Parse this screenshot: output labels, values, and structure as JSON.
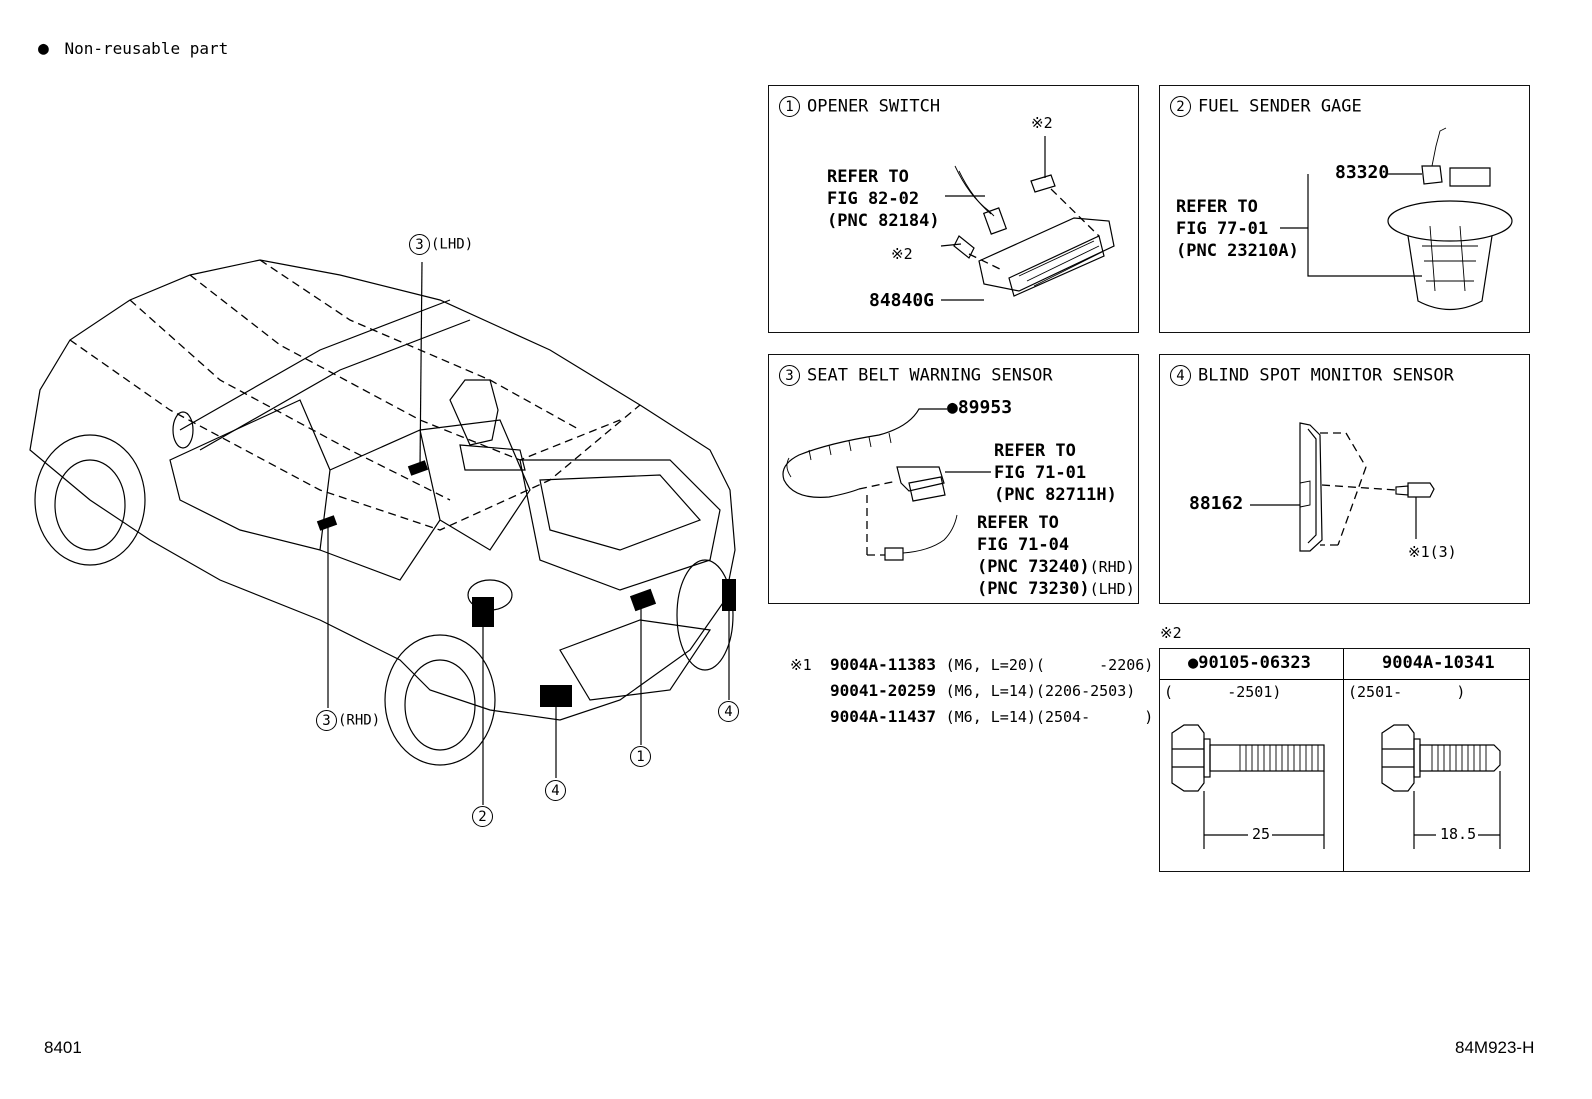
{
  "legend": {
    "symbol": "●",
    "text": "Non-reusable part"
  },
  "figure_number": "8401",
  "drawing_code": "84M923-H",
  "callouts": {
    "c3_lhd_num": "3",
    "c3_lhd_label": "(LHD)",
    "c3_rhd_num": "3",
    "c3_rhd_label": "(RHD)",
    "c2": "2",
    "c4a": "4",
    "c1": "1",
    "c4b": "4"
  },
  "panels": {
    "opener": {
      "num": "1",
      "title": "OPENER SWITCH",
      "ref": [
        "REFER TO",
        "FIG 82-02",
        "(PNC 82184)"
      ],
      "note_top": "※2",
      "note_left": "※2",
      "part": "84840G"
    },
    "fuel": {
      "num": "2",
      "title": "FUEL SENDER GAGE",
      "ref": [
        "REFER TO",
        "FIG 77-01",
        "(PNC 23210A)"
      ],
      "part": "83320"
    },
    "seatbelt": {
      "num": "3",
      "title": "SEAT BELT WARNING SENSOR",
      "part": "89953",
      "part_mark": "●",
      "ref1": [
        "REFER TO",
        "FIG 71-01",
        "(PNC 82711H)"
      ],
      "ref2": [
        "REFER TO",
        "FIG 71-04"
      ],
      "ref2_pnc": [
        {
          "pnc": "(PNC 73240)",
          "variant": "(RHD)"
        },
        {
          "pnc": "(PNC 73230)",
          "variant": "(LHD)"
        }
      ]
    },
    "blindspot": {
      "num": "4",
      "title": "BLIND SPOT MONITOR SENSOR",
      "part": "88162",
      "note": "※1(3)"
    }
  },
  "note1": {
    "mark": "※1",
    "rows": [
      {
        "pn": "9004A-11383",
        "spec": "(M6, L=20)",
        "range": "(      -2206)"
      },
      {
        "pn": "90041-20259",
        "spec": "(M6, L=14)",
        "range": "(2206-2503)"
      },
      {
        "pn": "9004A-11437",
        "spec": "(M6, L=14)",
        "range": "(2504-      )"
      }
    ]
  },
  "note2": {
    "mark": "※2",
    "columns": [
      {
        "mark": "●",
        "pn": "90105-06323",
        "range": "(      -2501)",
        "length": "25"
      },
      {
        "mark": "",
        "pn": "9004A-10341",
        "range": "(2501-      )",
        "length": "18.5"
      }
    ]
  }
}
